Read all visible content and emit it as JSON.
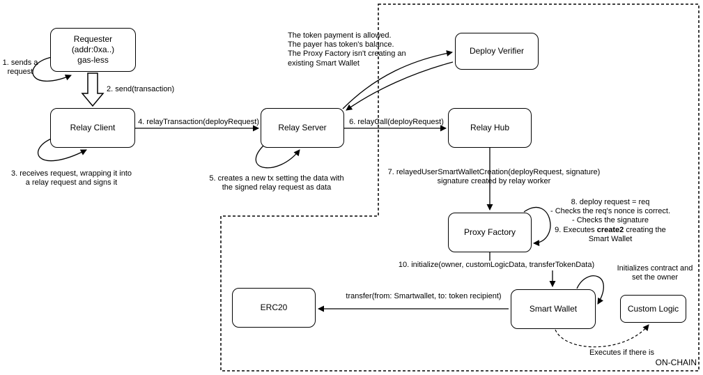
{
  "diagram": {
    "nodes": {
      "requester": "Requester\n(addr:0xa..)\ngas-less",
      "relay_client": "Relay Client",
      "relay_server": "Relay Server",
      "deploy_verifier": "Deploy Verifier",
      "relay_hub": "Relay Hub",
      "proxy_factory": "Proxy Factory",
      "smart_wallet": "Smart Wallet",
      "erc20": "ERC20",
      "custom_logic": "Custom Logic"
    },
    "labels": {
      "step1": "1. sends a\nrequest",
      "step2": "2. send(transaction)",
      "step3": "3. receives request, wrapping it into\na relay request and signs it",
      "step4": "4. relayTransaction(deployRequest)",
      "step5": "5. creates a new tx setting the data with\nthe signed relay request as data",
      "step6": "6. relayCall(deployRequest)",
      "verifier_note": "The token payment is allowed.\nThe payer has token's balance.\nThe Proxy Factory isn't creating an\nexisting Smart Wallet",
      "step7": "7. relayedUserSmartWalletCreation(deployRequest, signature)\nsignature created by relay worker",
      "step8": "8. deploy request = req\n- Checks the req's nonce is correct.\n- Checks the signature\n",
      "step9_pre": "9. Executes ",
      "step9_bold": "create2",
      "step9_post": " creating the\nSmart Wallet",
      "step10": "10. initialize(owner, customLogicData, transferTokenData)",
      "init_note": "Initializes contract and\nset the owner",
      "transfer": "transfer(from: Smartwallet, to: token recipient)",
      "executes_note": "Executes if there is",
      "onchain": "ON-CHAIN"
    },
    "colors": {
      "stroke": "#000000",
      "background": "#ffffff"
    }
  }
}
